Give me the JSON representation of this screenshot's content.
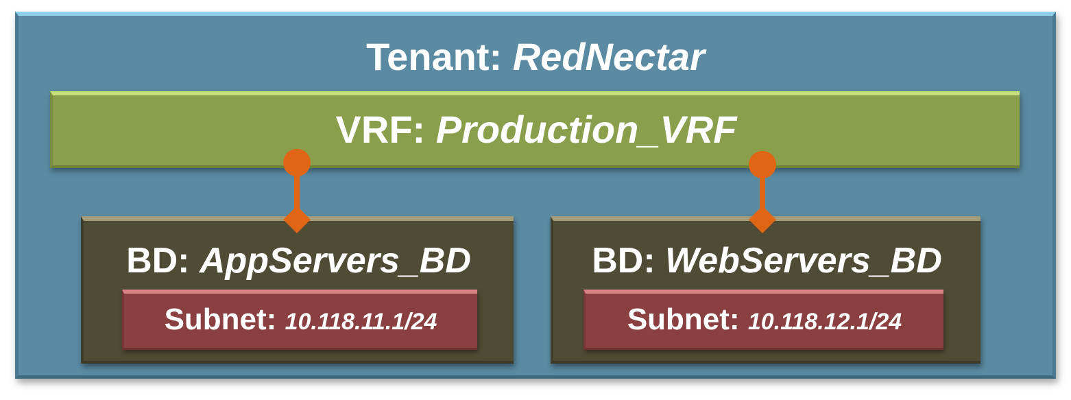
{
  "tenant": {
    "label": "Tenant:",
    "name": "RedNectar"
  },
  "vrf": {
    "label": "VRF:",
    "name": "Production_VRF"
  },
  "bridge_domains": [
    {
      "label": "BD:",
      "name": "AppServers_BD",
      "subnet_label": "Subnet:",
      "subnet": "10.118.11.1/24"
    },
    {
      "label": "BD:",
      "name": "WebServers_BD",
      "subnet_label": "Subnet:",
      "subnet": "10.118.12.1/24"
    }
  ],
  "colors": {
    "tenant": "#5a8ba3",
    "vrf": "#8a9e4c",
    "bd": "#4f4c35",
    "subnet": "#8a3f40",
    "connector": "#e06616"
  }
}
